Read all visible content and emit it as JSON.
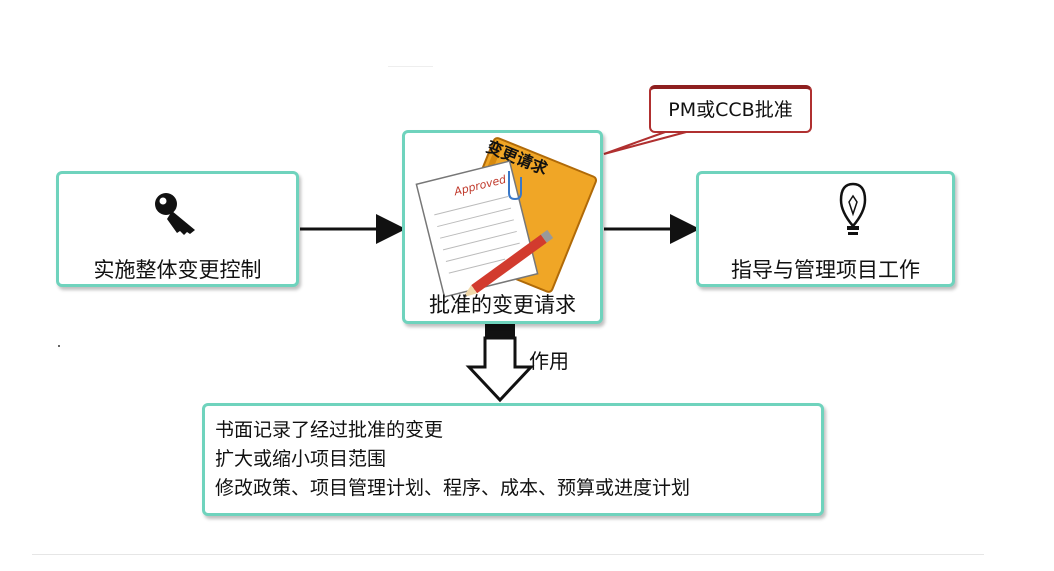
{
  "left_box": {
    "label": "实施整体变更控制",
    "icon": "key-icon"
  },
  "center_box": {
    "label": "批准的变更请求",
    "folder_label": "变更请求",
    "stamp_label": "Approved",
    "icon": "document-pencil-icon"
  },
  "right_box": {
    "label": "指导与管理项目工作",
    "icon": "lightbulb-icon"
  },
  "callout": {
    "text": "PM或CCB批准"
  },
  "usage_label": "作用",
  "bottom_box": {
    "lines": [
      "书面记录了经过批准的变更",
      "扩大或缩小项目范围",
      "修改政策、项目管理计划、程序、成本、预算或进度计划"
    ]
  },
  "colors": {
    "box_border": "#6fd3bd",
    "callout_border": "#b03030",
    "folder": "#f0a626",
    "arrow": "#111111"
  }
}
